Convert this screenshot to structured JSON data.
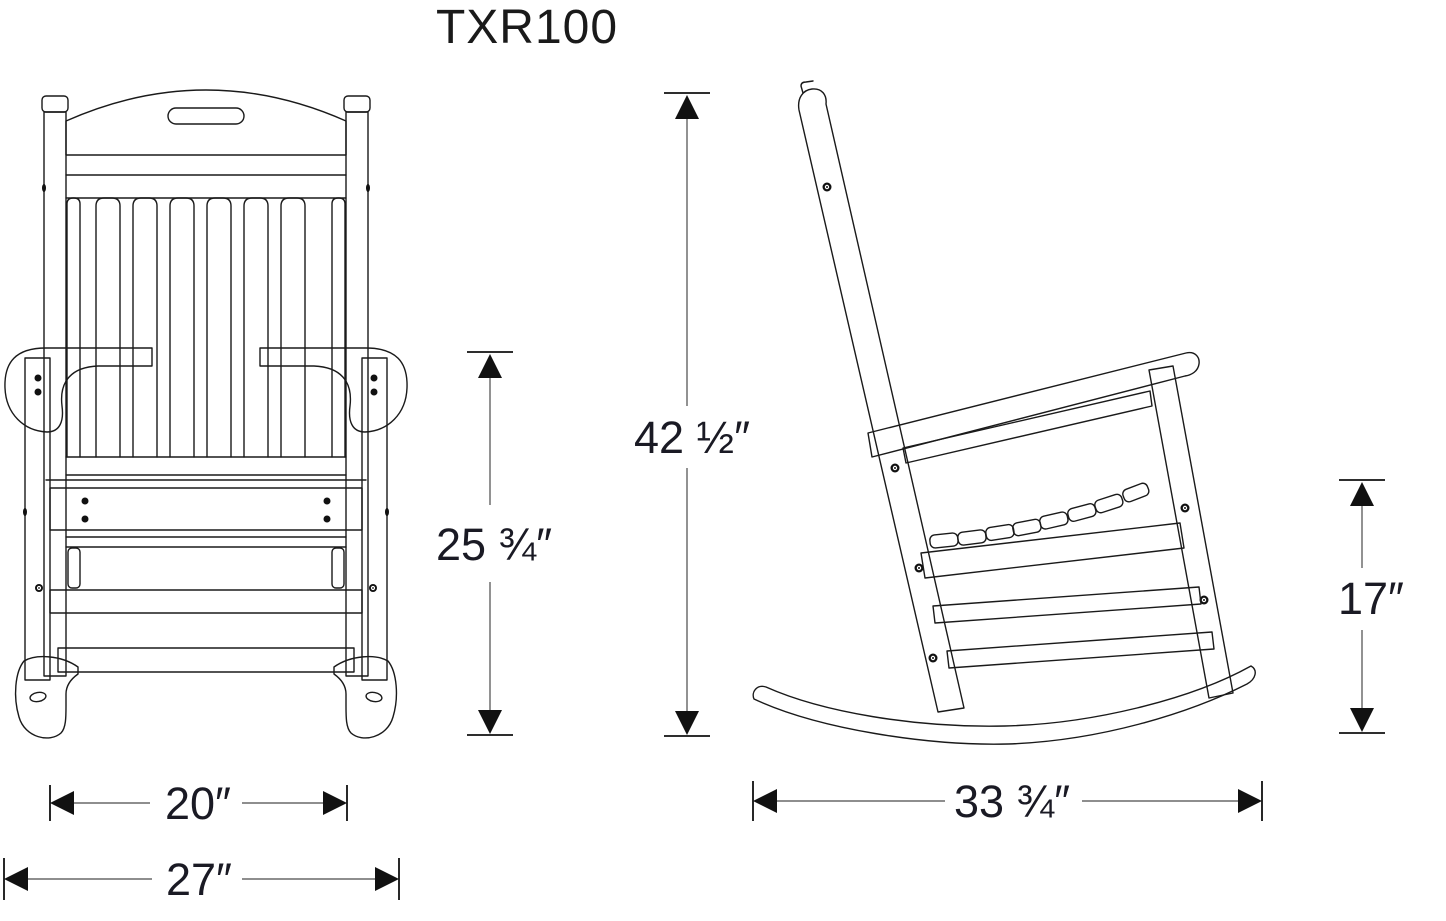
{
  "title": "TXR100",
  "dimensions": {
    "overall_height": "42 ½″",
    "arm_height": "25 ¾″",
    "seat_height": "17″",
    "seat_width": "20″",
    "overall_width": "27″",
    "overall_depth": "33 ¾″"
  },
  "colors": {
    "line": "#1a1a1a",
    "text": "#1a1a24",
    "background": "#ffffff"
  }
}
